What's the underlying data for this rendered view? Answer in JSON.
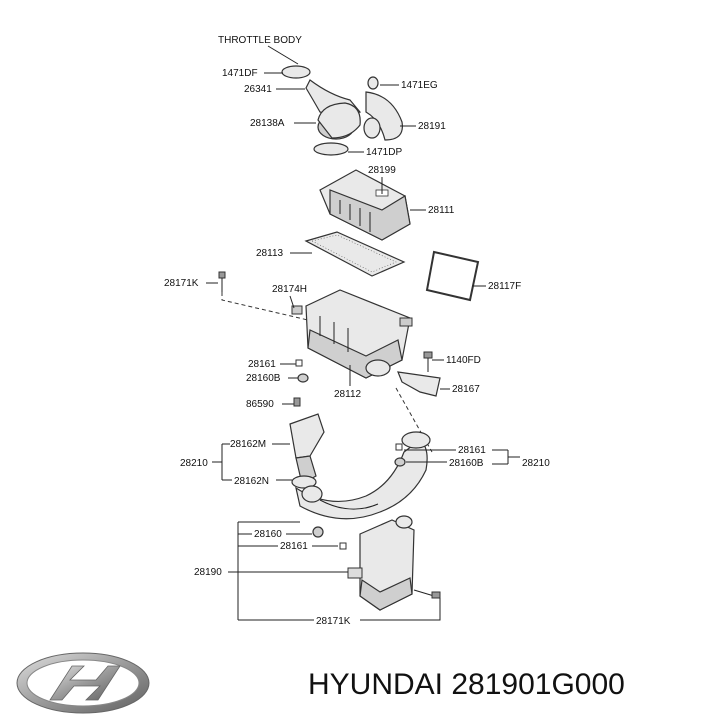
{
  "diagram": {
    "title": "THROTTLE BODY",
    "labels": {
      "p1471DF": "1471DF",
      "p26341": "26341",
      "p28138A": "28138A",
      "p1471EG": "1471EG",
      "p28191": "28191",
      "p1471DP": "1471DP",
      "p28199": "28199",
      "p28111": "28111",
      "p28113": "28113",
      "p28117F": "28117F",
      "p28171K_top": "28171K",
      "p28174H": "28174H",
      "p28161_a": "28161",
      "p28160B_a": "28160B",
      "p28112": "28112",
      "p1140FD": "1140FD",
      "p28167": "28167",
      "p86590": "86590",
      "p28162M": "28162M",
      "p28210_left": "28210",
      "p28162N": "28162N",
      "p28161_b": "28161",
      "p28160B_b": "28160B",
      "p28210_right": "28210",
      "p28160": "28160",
      "p28161_c": "28161",
      "p28190": "28190",
      "p28171K_bottom": "28171K"
    }
  },
  "footer": {
    "brand_text": "HYUNDAI 281901G000",
    "logo": "hyundai-logo"
  }
}
